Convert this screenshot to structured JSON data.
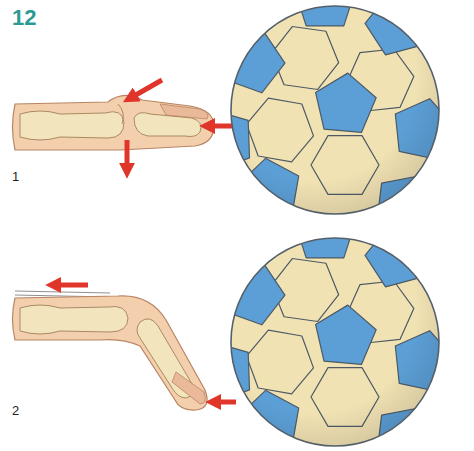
{
  "diagram": {
    "title": "12",
    "labels": [
      "1",
      "2"
    ]
  }
}
